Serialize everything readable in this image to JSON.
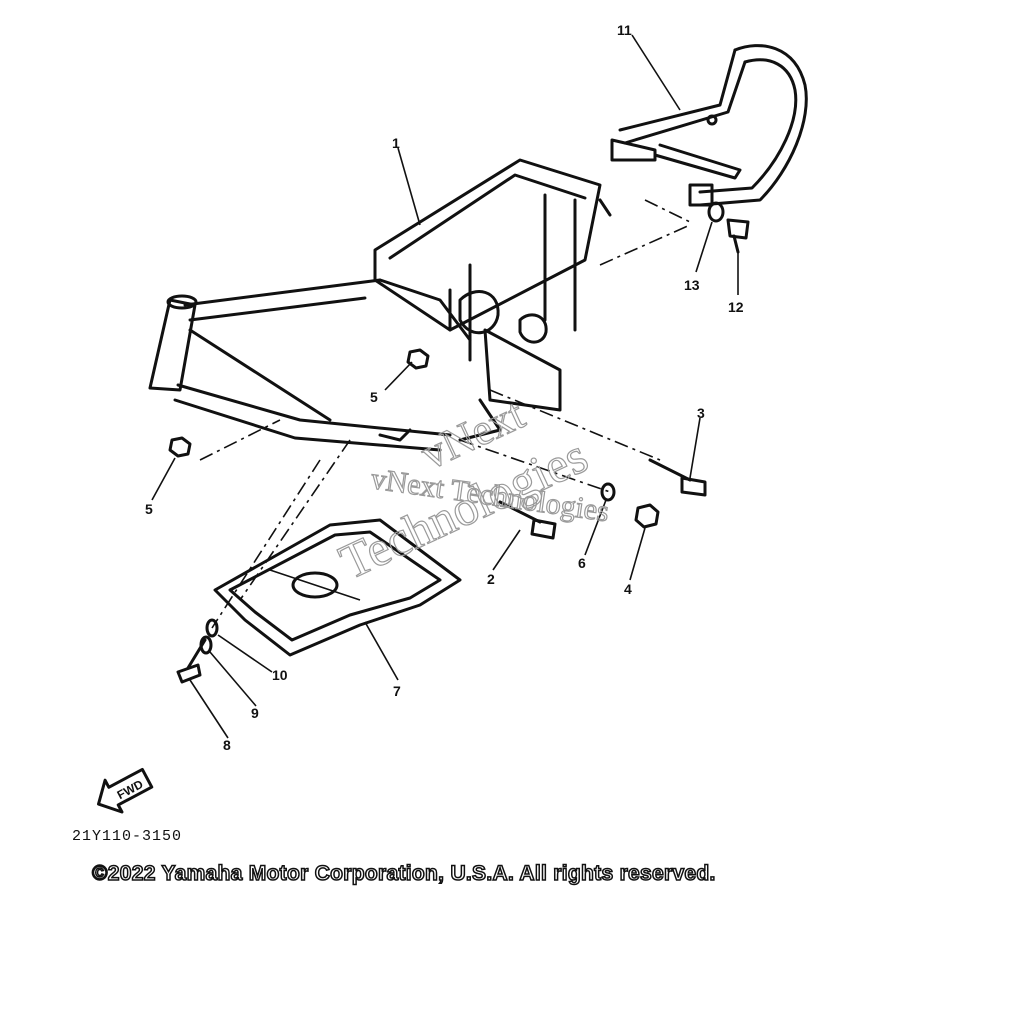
{
  "diagram": {
    "callouts": [
      {
        "id": "c1",
        "label": "1"
      },
      {
        "id": "c2",
        "label": "2"
      },
      {
        "id": "c3",
        "label": "3"
      },
      {
        "id": "c4",
        "label": "4"
      },
      {
        "id": "c5a",
        "label": "5"
      },
      {
        "id": "c5b",
        "label": "5"
      },
      {
        "id": "c6",
        "label": "6"
      },
      {
        "id": "c7",
        "label": "7"
      },
      {
        "id": "c8",
        "label": "8"
      },
      {
        "id": "c9",
        "label": "9"
      },
      {
        "id": "c10",
        "label": "10"
      },
      {
        "id": "c11",
        "label": "11"
      },
      {
        "id": "c12",
        "label": "12"
      },
      {
        "id": "c13",
        "label": "13"
      }
    ],
    "fwd_label": "FWD",
    "diagram_code": "21Y110-3150",
    "watermark_line1": "vNext Technologies",
    "watermark_line2": "vNext",
    "watermark_line3": "Technologies",
    "copyright": "©2022 Yamaha Motor Corporation, U.S.A. All rights reserved."
  }
}
